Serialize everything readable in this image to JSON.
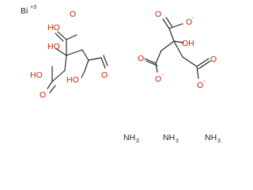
{
  "labels": {
    "bi": "Bi",
    "bi_charge": "+3",
    "ho": "HO",
    "oh": "OH",
    "o": "O",
    "o_minus": "O",
    "minus": "-",
    "nh3_a": "NH",
    "nh3_b": "NH",
    "nh3_c": "NH",
    "three": "3"
  },
  "colors": {
    "bond": "#222222",
    "oxygen": "#cc2200"
  }
}
